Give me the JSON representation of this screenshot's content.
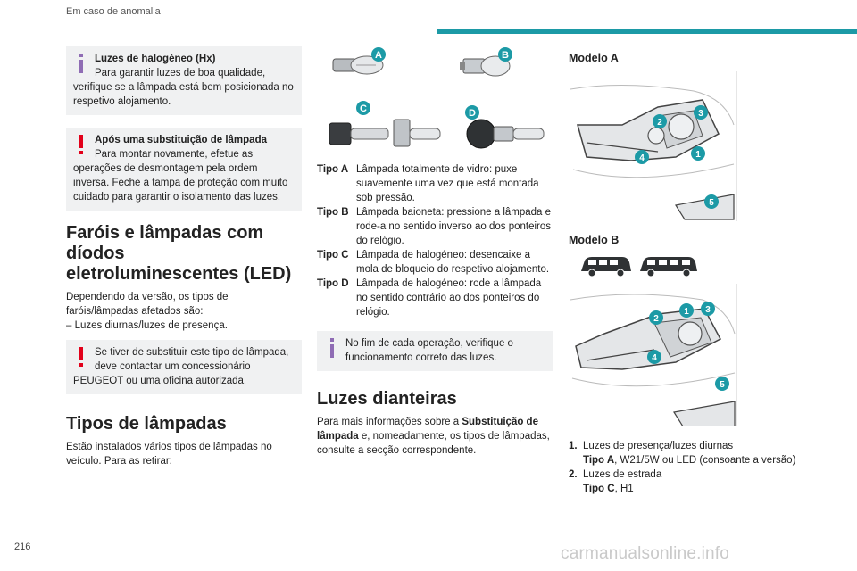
{
  "header": {
    "section": "Em caso de anomalia",
    "page": "216"
  },
  "watermark": "carmanualsonline.info",
  "col1": {
    "info_halogen": {
      "title": "Luzes de halogéneo (Hx)",
      "first": "Para garantir luzes de boa qualidade,",
      "rest": "verifique se a lâmpada está bem posicionada no respetivo alojamento."
    },
    "warn_after": {
      "title": "Após uma substituição de lâmpada",
      "first": "Para montar novamente, efetue as",
      "rest": "operações de desmontagem pela ordem inversa. Feche a tampa de proteção com muito cuidado para garantir o isolamento das luzes."
    },
    "led_heading": "Faróis e lâmpadas com díodos eletroluminescentes (LED)",
    "led_para": "Dependendo da versão, os tipos de faróis/lâmpadas afetados são:",
    "led_item": "–  Luzes diurnas/luzes de presença.",
    "warn_led": {
      "first": "Se tiver de substituir este tipo de lâmpada,",
      "second": "deve contactar um concessionário",
      "rest": "PEUGEOT ou uma oficina autorizada."
    },
    "types_heading": "Tipos de lâmpadas",
    "types_para": "Estão instalados vários tipos de lâmpadas no veículo. Para as retirar:"
  },
  "col2": {
    "bulb_labels": [
      "A",
      "B",
      "C",
      "D"
    ],
    "types": [
      {
        "label": "Tipo A",
        "text": "Lâmpada totalmente de vidro: puxe suavemente uma vez que está montada sob pressão."
      },
      {
        "label": "Tipo B",
        "text": "Lâmpada baioneta: pressione a lâmpada e rode-a no sentido inverso ao dos ponteiros do relógio."
      },
      {
        "label": "Tipo C",
        "text": "Lâmpada de halogéneo: desencaixe a mola de bloqueio do respetivo alojamento."
      },
      {
        "label": "Tipo D",
        "text": "Lâmpada de halogéneo: rode a lâmpada no sentido contrário ao dos ponteiros do relógio."
      }
    ],
    "info_end": {
      "first": "No fim de cada operação, verifique o",
      "rest": "funcionamento correto das luzes."
    },
    "front_heading": "Luzes dianteiras",
    "front_para_1": "Para mais informações sobre a ",
    "front_para_bold": "Substituição de lâmpada",
    "front_para_2": " e, nomeadamente, os tipos de lâmpadas, consulte a secção correspondente."
  },
  "col3": {
    "model_a": "Modelo A",
    "model_b": "Modelo B",
    "callouts": [
      "1",
      "2",
      "3",
      "4",
      "5"
    ],
    "legend": [
      {
        "num": "1.",
        "line1": "Luzes de presença/luzes diurnas",
        "line2_bold": "Tipo A",
        "line2_rest": ", W21/5W ou LED (consoante a versão)"
      },
      {
        "num": "2.",
        "line1": "Luzes de estrada",
        "line2_bold": "Tipo C",
        "line2_rest": ", H1"
      }
    ]
  },
  "colors": {
    "accent": "#1c9aa6",
    "warning": "#e2001a",
    "info": "#8f6cb4",
    "callout": "#1c9aa6"
  }
}
